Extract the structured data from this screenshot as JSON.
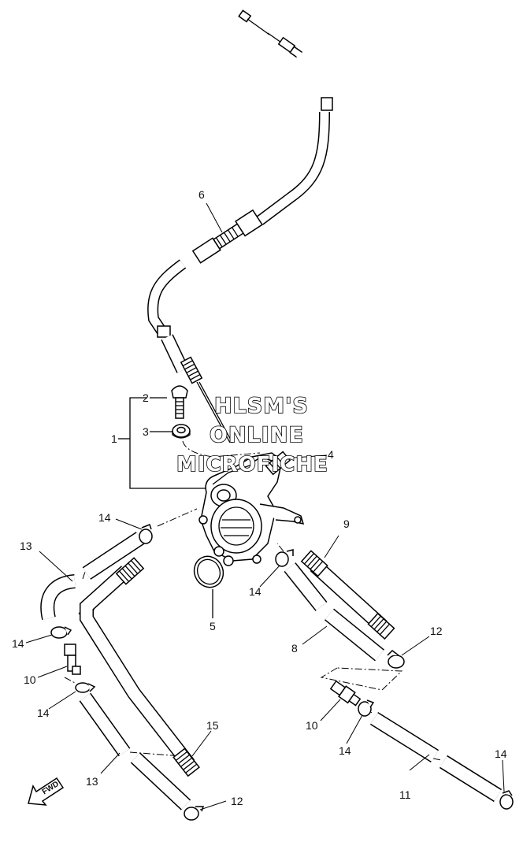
{
  "diagram": {
    "callouts": [
      {
        "id": "c1",
        "text": "1"
      },
      {
        "id": "c2",
        "text": "2"
      },
      {
        "id": "c3",
        "text": "3"
      },
      {
        "id": "c4",
        "text": "4"
      },
      {
        "id": "c5",
        "text": "5"
      },
      {
        "id": "c6",
        "text": "6"
      },
      {
        "id": "c8",
        "text": "8"
      },
      {
        "id": "c9",
        "text": "9"
      },
      {
        "id": "c10a",
        "text": "10"
      },
      {
        "id": "c10b",
        "text": "10"
      },
      {
        "id": "c11",
        "text": "11"
      },
      {
        "id": "c12a",
        "text": "12"
      },
      {
        "id": "c12b",
        "text": "12"
      },
      {
        "id": "c13a",
        "text": "13"
      },
      {
        "id": "c13b",
        "text": "13"
      },
      {
        "id": "c14a",
        "text": "14"
      },
      {
        "id": "c14b",
        "text": "14"
      },
      {
        "id": "c14c",
        "text": "14"
      },
      {
        "id": "c14d",
        "text": "14"
      },
      {
        "id": "c14e",
        "text": "14"
      },
      {
        "id": "c15",
        "text": "15"
      }
    ],
    "direction_label": "FWD"
  },
  "watermark": {
    "line1": "HLSM'S",
    "line2": "ONLINE",
    "line3": "MICROFICHE"
  }
}
